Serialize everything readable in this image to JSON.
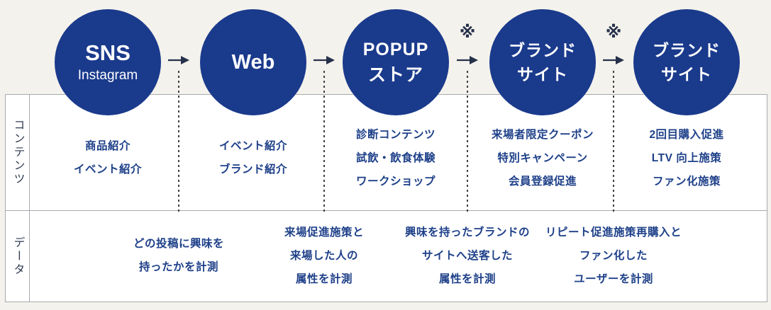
{
  "palette": {
    "page_bg": "#f4f2ec",
    "panel_bg": "#ffffff",
    "circle_blue": "#1a3a8c",
    "cell_text_blue": "#1e4089",
    "ink_dark": "#25304a",
    "grid_border": "#a7aaae"
  },
  "flow": {
    "stages": [
      {
        "title_lines": [
          "SNS"
        ],
        "subtitle": "Instagram",
        "contents": [
          "商品紹介",
          "イベント紹介"
        ]
      },
      {
        "title_lines": [
          "Web"
        ],
        "contents": [
          "イベント紹介",
          "ブランド紹介"
        ]
      },
      {
        "title_lines": [
          "POPUP",
          "ストア"
        ],
        "contents": [
          "診断コンテンツ",
          "試飲・飲食体験",
          "ワークショップ"
        ]
      },
      {
        "title_lines": [
          "ブランド",
          "サイト"
        ],
        "contents": [
          "来場者限定クーポン",
          "特別キャンペーン",
          "会員登録促進"
        ]
      },
      {
        "title_lines": [
          "ブランド",
          "サイト"
        ],
        "contents": [
          "2回目購入促進",
          "LTV 向上施策",
          "ファン化施策"
        ]
      }
    ],
    "connectors": [
      {
        "marker": ""
      },
      {
        "marker": ""
      },
      {
        "marker": "※"
      },
      {
        "marker": "※"
      }
    ]
  },
  "rows": {
    "contents_label": "コンテンツ",
    "data_label": "データ"
  },
  "data_cells": [
    {
      "lines": [
        "どの投稿に興味を",
        "持ったかを計測"
      ]
    },
    {
      "lines": [
        "来場促進施策と",
        "来場した人の",
        "属性を計測"
      ]
    },
    {
      "lines": [
        "興味を持ったブランドの",
        "サイトへ送客した",
        "属性を計測"
      ]
    },
    {
      "lines": [
        "リピート促進施策再購入と",
        "ファン化した",
        "ユーザーを計測"
      ]
    }
  ]
}
